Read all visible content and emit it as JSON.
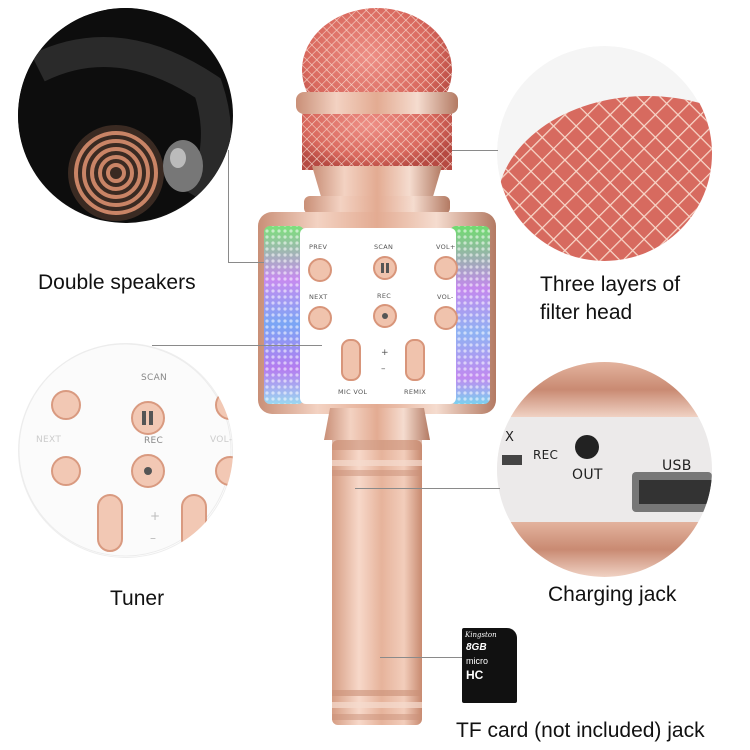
{
  "features": {
    "speakers": "Double speakers",
    "filter_line1": "Three layers of",
    "filter_line2": "filter head",
    "tuner": "Tuner",
    "charging": "Charging jack",
    "tf_card": "TF card (not included) jack"
  },
  "mic_panel": {
    "prev": "PREV",
    "scan": "SCAN",
    "vol_up": "VOL+",
    "next": "NEXT",
    "rec": "REC",
    "vol_down": "VOL-",
    "plus": "+",
    "minus": "–",
    "mic_vol": "MIC VOL",
    "remix": "REMIX"
  },
  "tuner_zoom": {
    "scan": "SCAN",
    "rec": "REC",
    "next_partial": "NEXT",
    "vol_partial": "VOL-",
    "plus": "+",
    "minus": "–"
  },
  "jack_zoom": {
    "rec": "REC",
    "out": "OUT",
    "usb": "USB",
    "x_partial": "X"
  },
  "sd_card": {
    "brand": "Kingston",
    "capacity": "8GB",
    "type_line": "micro",
    "hc": "HC"
  }
}
